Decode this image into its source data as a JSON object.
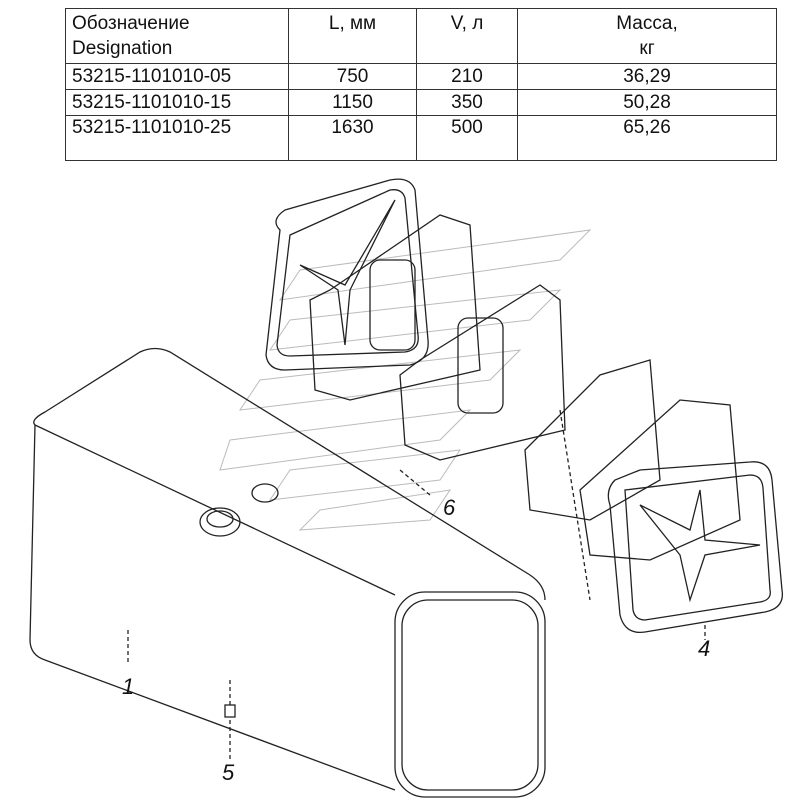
{
  "table": {
    "headers": {
      "designation": "Обозначение",
      "designation_en": "Designation",
      "length": "L, мм",
      "volume": "V, л",
      "mass": "Масса,",
      "mass_unit": "кг"
    },
    "rows": [
      {
        "designation": "53215-1101010-05",
        "length": "750",
        "volume": "210",
        "mass": "36,29"
      },
      {
        "designation": "53215-1101010-15",
        "length": "1150",
        "volume": "350",
        "mass": "50,28"
      },
      {
        "designation": "53215-1101010-25",
        "length": "1630",
        "volume": "500",
        "mass": "65,26"
      }
    ]
  },
  "callouts": {
    "tank": "1",
    "end_cap": "4",
    "drain_plug": "5",
    "partitions": "6"
  }
}
